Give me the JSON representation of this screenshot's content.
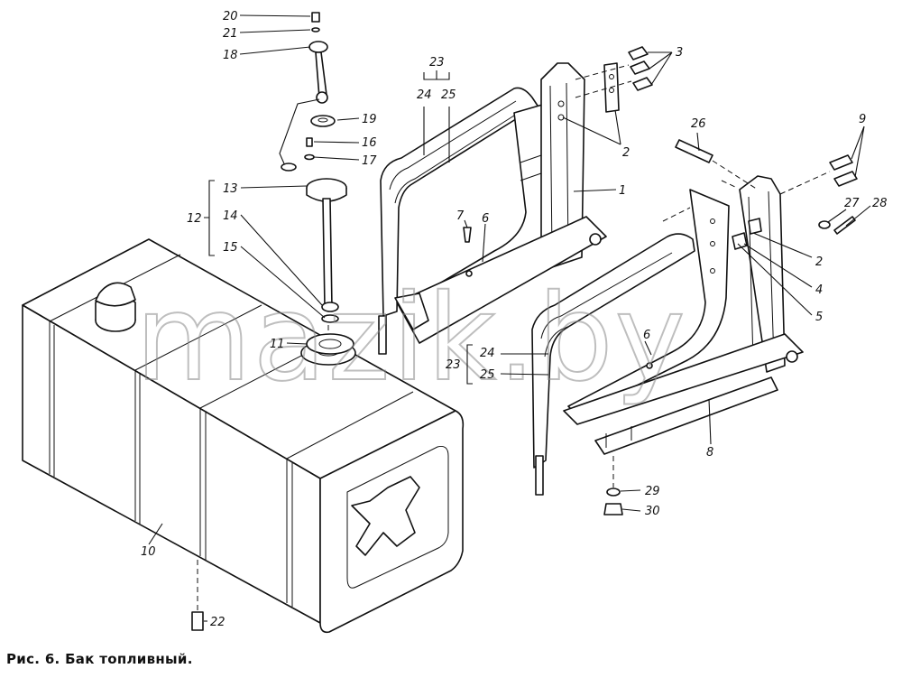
{
  "figure": {
    "caption": "Рис. 6. Бак топливный.",
    "watermark": "mazik.by",
    "callouts": {
      "n20": "20",
      "n21": "21",
      "n18": "18",
      "n19": "19",
      "n16": "16",
      "n17": "17",
      "n13": "13",
      "n12": "12",
      "n14": "14",
      "n15": "15",
      "n11": "11",
      "n10": "10",
      "n22": "22",
      "n23a": "23",
      "n24a": "24",
      "n25a": "25",
      "n7": "7",
      "n6a": "6",
      "n3": "3",
      "n2a": "2",
      "n1": "1",
      "n26": "26",
      "n9": "9",
      "n27": "27",
      "n28": "28",
      "n2b": "2",
      "n4": "4",
      "n5": "5",
      "n23b": "23",
      "n24b": "24",
      "n25b": "25",
      "n6b": "6",
      "n8": "8",
      "n29": "29",
      "n30": "30"
    }
  }
}
